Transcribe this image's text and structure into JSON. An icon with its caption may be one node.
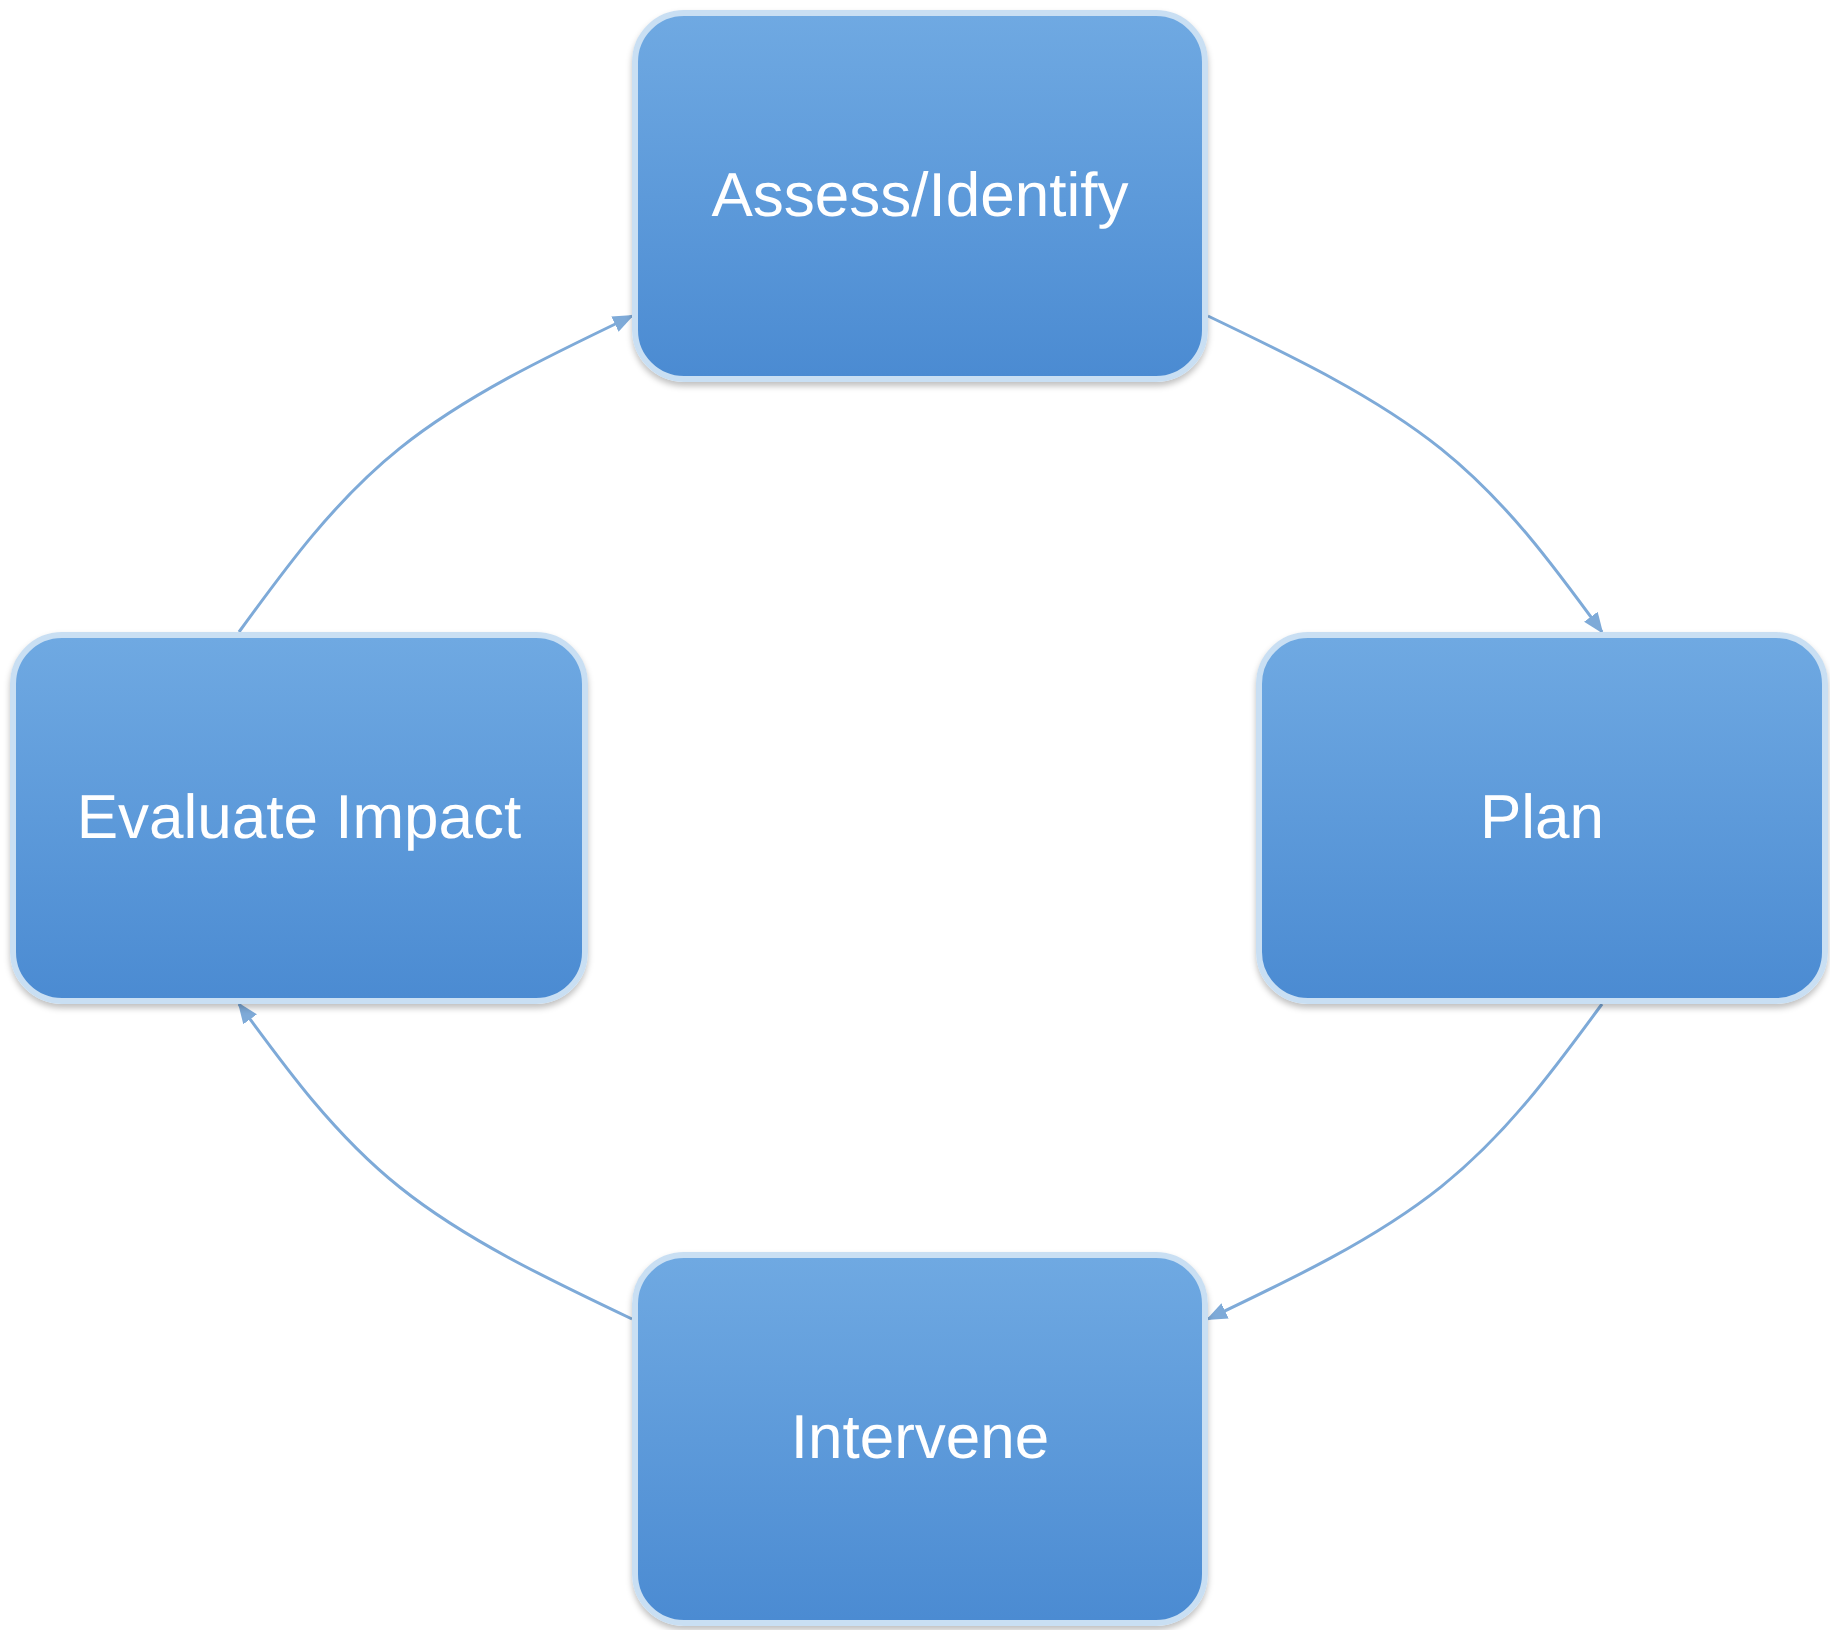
{
  "diagram": {
    "nodes": [
      {
        "text": [
          "Assess/Identify"
        ]
      },
      {
        "text": [
          "Plan"
        ]
      },
      {
        "text": [
          "Intervene"
        ]
      },
      {
        "text": [
          "Evaluate Impact"
        ]
      }
    ],
    "edges": [
      {
        "from": 0,
        "to": 1,
        "arrow": "to"
      },
      {
        "from": 1,
        "to": 2,
        "arrow": "to"
      },
      {
        "from": 2,
        "to": 3,
        "arrow": "to"
      },
      {
        "from": 3,
        "to": 0,
        "arrow": "to"
      }
    ]
  }
}
